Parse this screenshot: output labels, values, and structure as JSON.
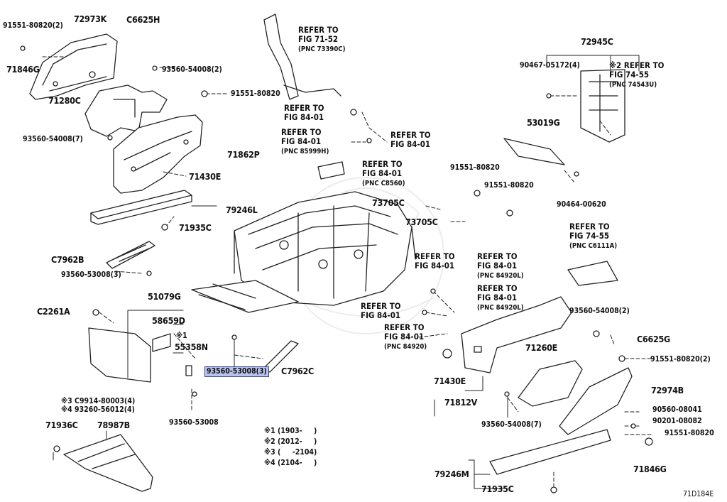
{
  "diagram_code": "71D184E",
  "highlighted_part": "93560-53008(3)",
  "labels": {
    "p91551_80820_2_tl": "91551-80820(2)",
    "p72973K": "72973K",
    "pC6625H": "C6625H",
    "p71846G_l": "71846G",
    "p93560_54008_2_top": "93560-54008(2)",
    "p71280C": "71280C",
    "p91551_80820_a": "91551-80820",
    "p93560_54008_7_l": "93560-54008(7)",
    "p71862P": "71862P",
    "p71430E_top": "71430E",
    "p79246L": "79246L",
    "p71935C_l": "71935C",
    "pC7962B": "C7962B",
    "p93560_53008_3_l": "93560-53008(3)",
    "p51079G": "51079G",
    "pC2261A": "C2261A",
    "p58659D": "58659D",
    "p55358N_note": "※1",
    "p55358N": "55358N",
    "p93560_53008_3_hl": "93560-53008(3)",
    "pC7962C": "C7962C",
    "pC9914": "※3 C9914-80003(4)",
    "p93260": "※4 93260-56012(4)",
    "p93560_53008": "93560-53008",
    "p71936C": "71936C",
    "p78987B": "78987B",
    "p72945C": "72945C",
    "p90467": "90467-05172(4)",
    "p53019G": "53019G",
    "p90464": "90464-00620",
    "p91551_80820_b": "91551-80820",
    "p91551_80820_c": "91551-80820",
    "p73705C_a": "73705C",
    "p73705C_b": "73705C",
    "p93560_54008_2_r": "93560-54008(2)",
    "pC6625G": "C6625G",
    "p71260E": "71260E",
    "p91551_80820_2_r": "91551-80820(2)",
    "p72974B": "72974B",
    "p71430E_bot": "71430E",
    "p71812V": "71812V",
    "p90560": "90560-08041",
    "p90201": "90201-08082",
    "p91551_80820_d": "91551-80820",
    "p93560_54008_7_b": "93560-54008(7)",
    "p71846G_r": "71846G",
    "p79246M": "79246M",
    "p71935C_b": "71935C"
  },
  "refs": [
    {
      "key": "r1",
      "line1": "REFER TO",
      "line2": "FIG 71-52",
      "pnc": "(PNC 73390C)"
    },
    {
      "key": "r2",
      "line1": "REFER TO",
      "line2": "FIG 84-01",
      "pnc": ""
    },
    {
      "key": "r3",
      "line1": "REFER TO",
      "line2": "FIG 84-01",
      "pnc": "(PNC 85999H)"
    },
    {
      "key": "r4",
      "line1": "REFER TO",
      "line2": "FIG 84-01",
      "pnc": ""
    },
    {
      "key": "r5",
      "line1": "REFER TO",
      "line2": "FIG 84-01",
      "pnc": "(PNC C8560)"
    },
    {
      "key": "r6",
      "line1": "※2 REFER TO",
      "line2": "FIG 74-55",
      "pnc": "(PNC 74543U)"
    },
    {
      "key": "r7",
      "line1": "REFER TO",
      "line2": "FIG 74-55",
      "pnc": "(PNC C6111A)"
    },
    {
      "key": "r8",
      "line1": "REFER TO",
      "line2": "FIG 84-01",
      "pnc": ""
    },
    {
      "key": "r9",
      "line1": "REFER TO",
      "line2": "FIG 84-01",
      "pnc": "(PNC 84920L)"
    },
    {
      "key": "r10",
      "line1": "REFER TO",
      "line2": "FIG 84-01",
      "pnc": "(PNC 84920L)"
    },
    {
      "key": "r11",
      "line1": "REFER TO",
      "line2": "FIG 84-01",
      "pnc": ""
    },
    {
      "key": "r12",
      "line1": "REFER TO",
      "line2": "FIG 84-01",
      "pnc": "(PNC 84920)"
    }
  ],
  "notes": [
    "※1 (1903-     )",
    "※2 (2012-     )",
    "※3 (     -2104)",
    "※4 (2104-     )"
  ]
}
